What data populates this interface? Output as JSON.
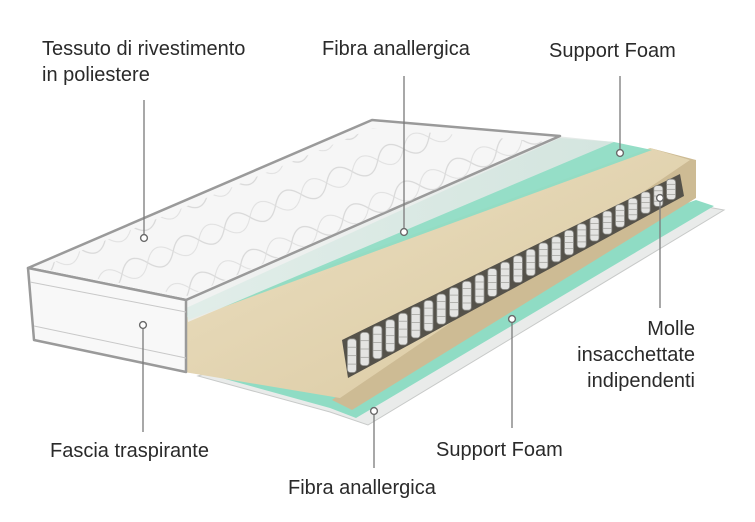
{
  "labels": {
    "cover_fabric": {
      "line1": "Tessuto di rivestimento",
      "line2": "in poliestere"
    },
    "fiber_top": "Fibra anallergica",
    "support_foam_top": "Support Foam",
    "springs": {
      "line1": "Molle",
      "line2": "insacchettate",
      "line3": "indipendenti"
    },
    "breathable_band": "Fascia traspirante",
    "support_foam_bottom": "Support Foam",
    "fiber_bottom": "Fibra anallergica"
  },
  "colors": {
    "fabric": "#f4f4f4",
    "fabric_edge": "#9a9a9a",
    "fiber": "#e8ebea",
    "support_foam": "#8fdcc4",
    "spring_core": "#e6d8b8",
    "spring_core_shade": "#cdbb94",
    "leader_line": "#7a7a7a"
  }
}
